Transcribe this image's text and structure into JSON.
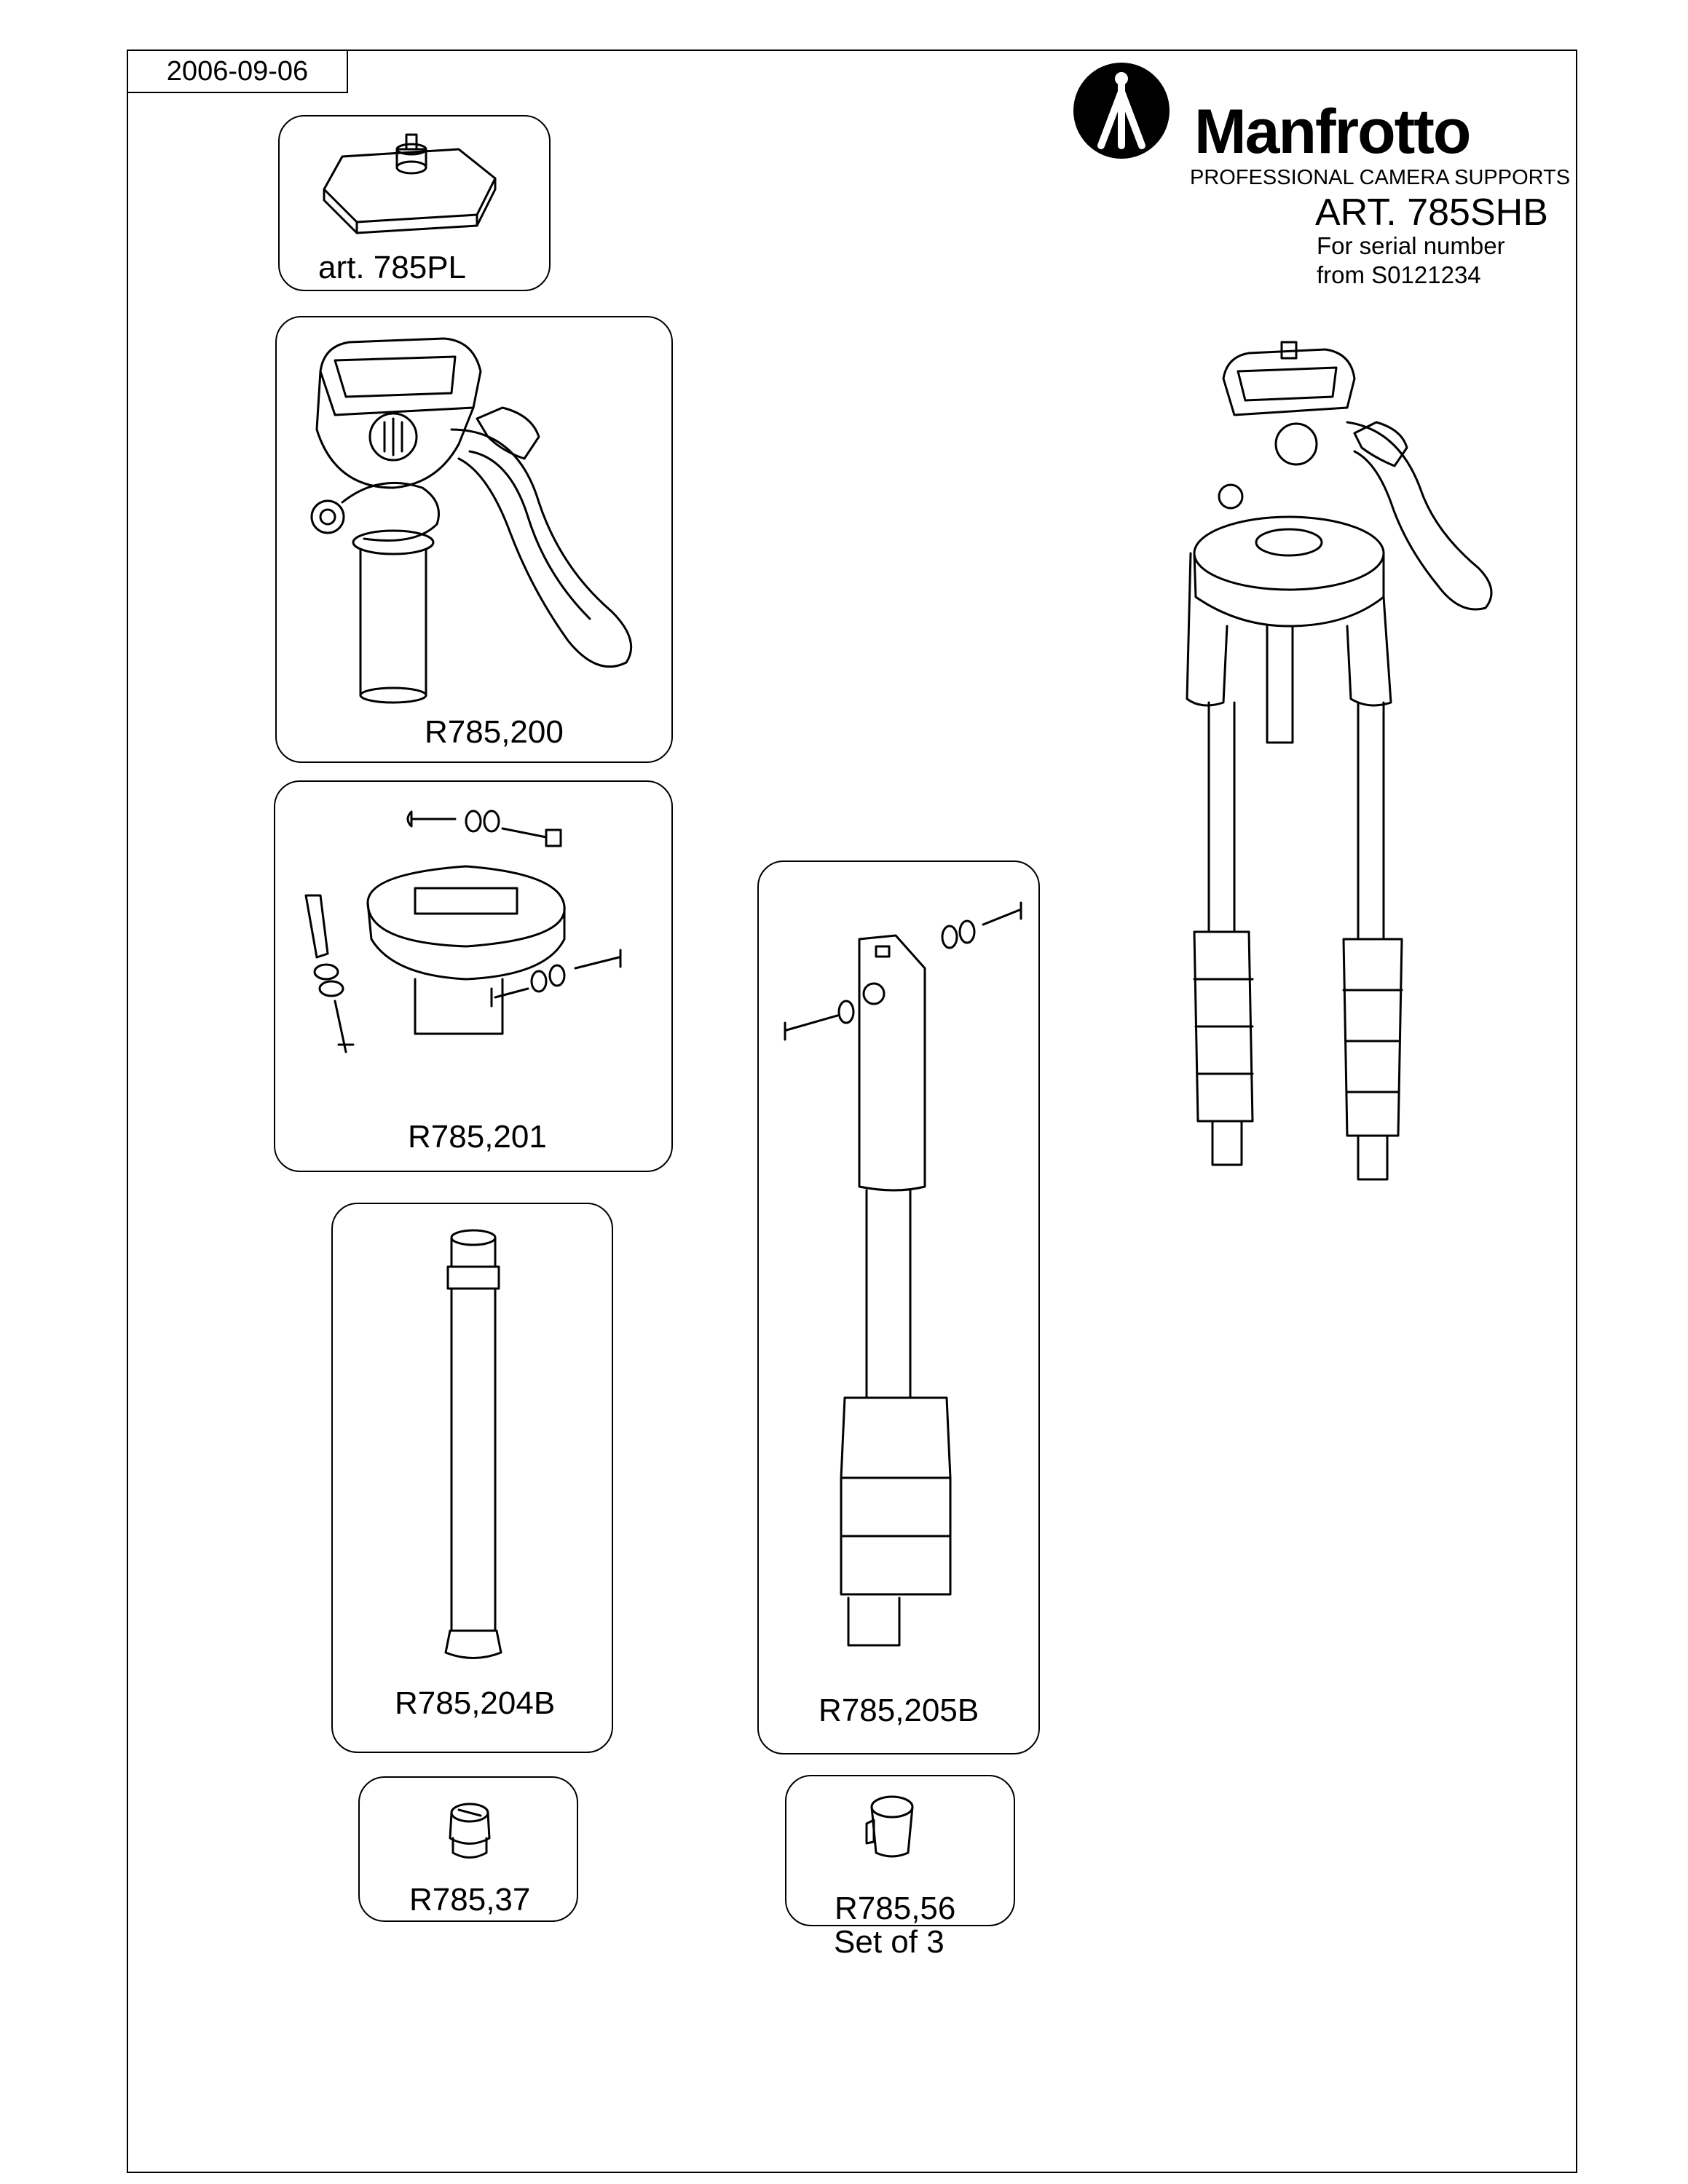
{
  "document": {
    "date": "2006-09-06",
    "brand": {
      "name": "Manfrotto",
      "tagline": "PROFESSIONAL CAMERA SUPPORTS"
    },
    "article": "ART. 785SHB",
    "serial_line1": "For serial number",
    "serial_line2": "from S0121234"
  },
  "parts": [
    {
      "code": "art. 785PL",
      "description": ""
    },
    {
      "code": "R785,200",
      "description": ""
    },
    {
      "code": "R785,201",
      "description": ""
    },
    {
      "code": "R785,204B",
      "description": ""
    },
    {
      "code": "R785,205B",
      "description": ""
    },
    {
      "code": "R785,37",
      "description": ""
    },
    {
      "code": "R785,56",
      "description": "Set of  3"
    }
  ]
}
